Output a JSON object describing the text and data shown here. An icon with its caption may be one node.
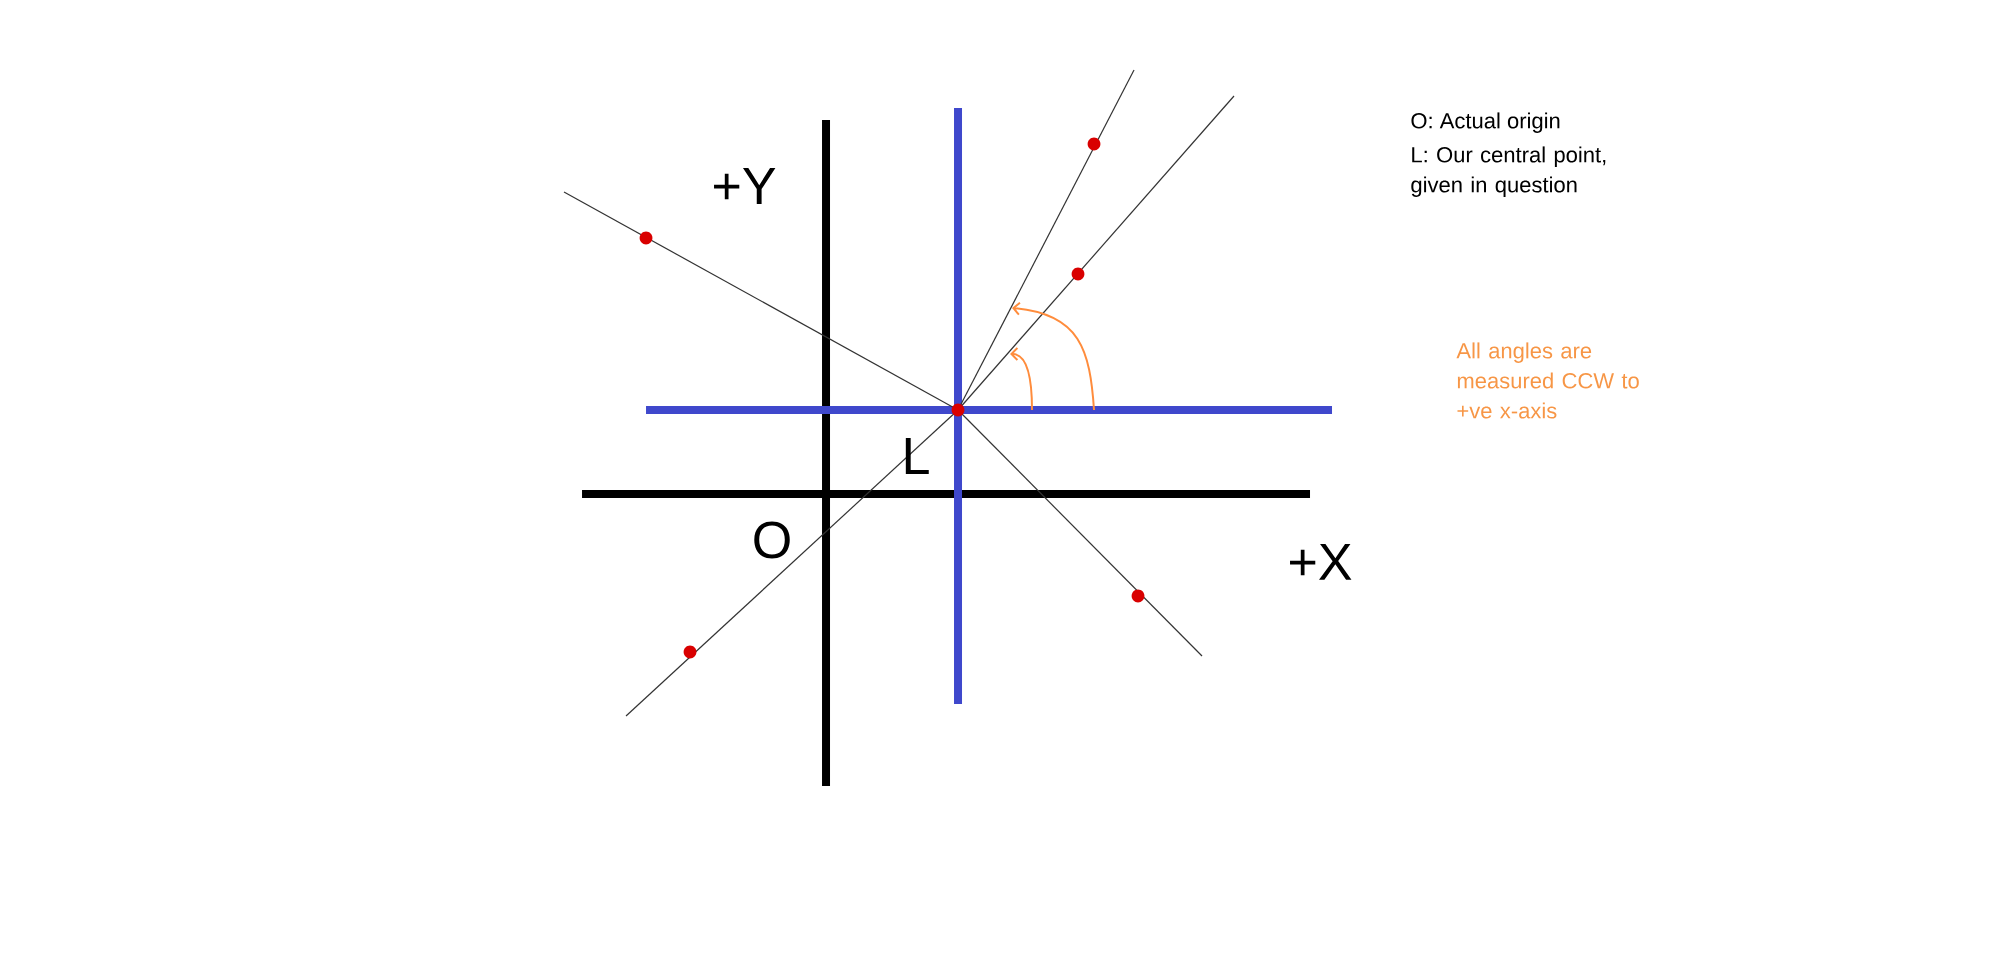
{
  "diagram": {
    "labels": [
      "+Y",
      "L",
      "O",
      "+X",
      "O: Actual origin",
      "L: Our central point, given in question",
      "All angles are measured CCW to +ve x-axis"
    ]
  }
}
